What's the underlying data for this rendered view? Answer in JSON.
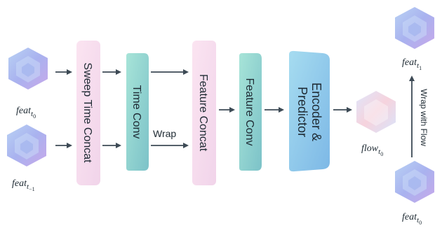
{
  "blocks": {
    "sweep_time_concat": "Sweep Time Concat",
    "time_conv": "Time Conv",
    "feature_concat": "Feature Concat",
    "feature_conv": "Feature Conv",
    "encoder_line1": "Encoder &",
    "encoder_line2": "Predictor"
  },
  "edge_labels": {
    "wrap": "Wrap",
    "wrap_with_flow": "Wrap with Flow"
  },
  "nodes": {
    "feat_t0": {
      "base": "feat",
      "sub": "t",
      "subsub": "0"
    },
    "feat_tm1": {
      "base": "feat",
      "sub": "t",
      "subsub": "−1"
    },
    "flow_t0": {
      "base": "flow",
      "sub": "t",
      "subsub": "0"
    },
    "feat_t1": {
      "base": "feat",
      "sub": "t",
      "subsub": "1"
    },
    "feat_t0_right": {
      "base": "feat",
      "sub": "t",
      "subsub": "0"
    }
  },
  "colors": {
    "arrow": "#3d4a55",
    "pink_block": "#f6dcee",
    "teal_block": "#8fd3cf",
    "blue_block": "#8cc8ea",
    "hex_blue": "#a9b8f0",
    "hex_pink": "#f3c9d6"
  }
}
